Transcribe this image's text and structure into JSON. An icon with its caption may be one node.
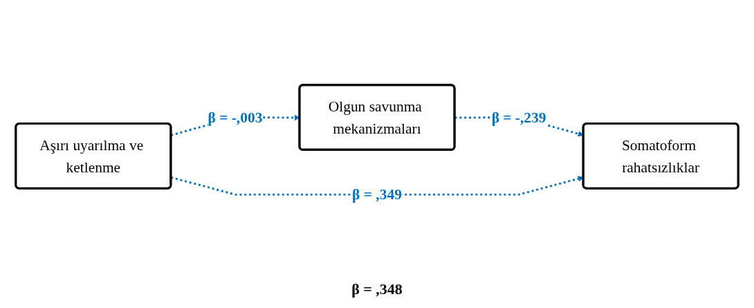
{
  "diagram": {
    "nodes": [
      {
        "text": [
          "Olgun savunma mekanizmaları"
        ]
      },
      {
        "text": [
          "Somatoform rahatsızlıklar"
        ]
      },
      {
        "text": [
          "Aşırı uyarılma ve ketlenme"
        ]
      }
    ],
    "edges": [
      {
        "from": 2,
        "to": 0,
        "arrow": "to",
        "label": "β = -,003",
        "style": "dashed"
      },
      {
        "from": 0,
        "to": 1,
        "arrow": "to",
        "label": "β = -,239",
        "style": "dashed"
      },
      {
        "from": 2,
        "to": 1,
        "arrow": "to",
        "label": "β = ,349",
        "style": "dashed"
      }
    ],
    "labels": [
      "β = ,348"
    ]
  }
}
